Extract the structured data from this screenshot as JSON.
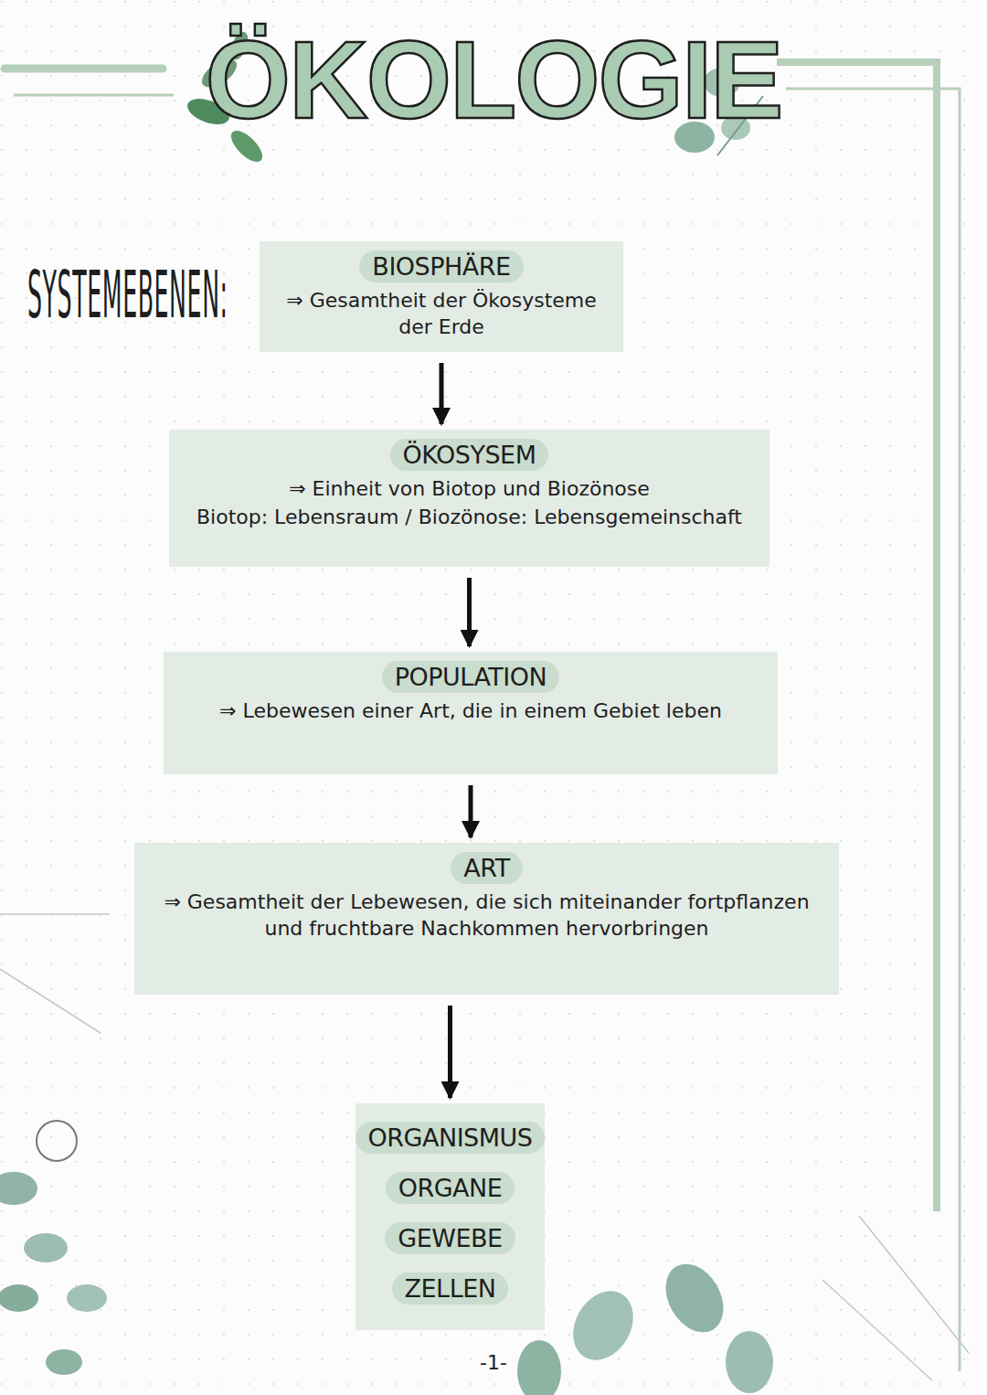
{
  "diagram": {
    "title": "ÖKOLOGIE",
    "nodes": [
      {
        "text": [
          "BIOSPHÄRE",
          "⇒ Gesamtheit der Ökosysteme der Erde"
        ]
      },
      {
        "text": [
          "ÖKOSYSEM",
          "⇒ Einheit von Biotop und Biozönose",
          "Biotop: Lebensraum / Biozönose: Lebensgemeinschaft"
        ]
      },
      {
        "text": [
          "POPULATION",
          "⇒ Lebewesen einer Art, die in einem Gebiet leben"
        ]
      },
      {
        "text": [
          "ART",
          "⇒ Gesamtheit der Lebewesen, die sich miteinander fortpflanzen und fruchtbare Nachkommen hervorbringen"
        ]
      },
      {
        "text": [
          "ORGANISMUS",
          "ORGANE",
          "GEWEBE",
          "ZELLEN"
        ]
      }
    ],
    "edges": [
      {
        "from": 0,
        "to": 1,
        "arrow": "to"
      },
      {
        "from": 1,
        "to": 2,
        "arrow": "to"
      },
      {
        "from": 2,
        "to": 3,
        "arrow": "to"
      },
      {
        "from": 3,
        "to": 4,
        "arrow": "to"
      }
    ],
    "labels": [
      "SYSTEMEBENEN:",
      "-1-"
    ]
  }
}
